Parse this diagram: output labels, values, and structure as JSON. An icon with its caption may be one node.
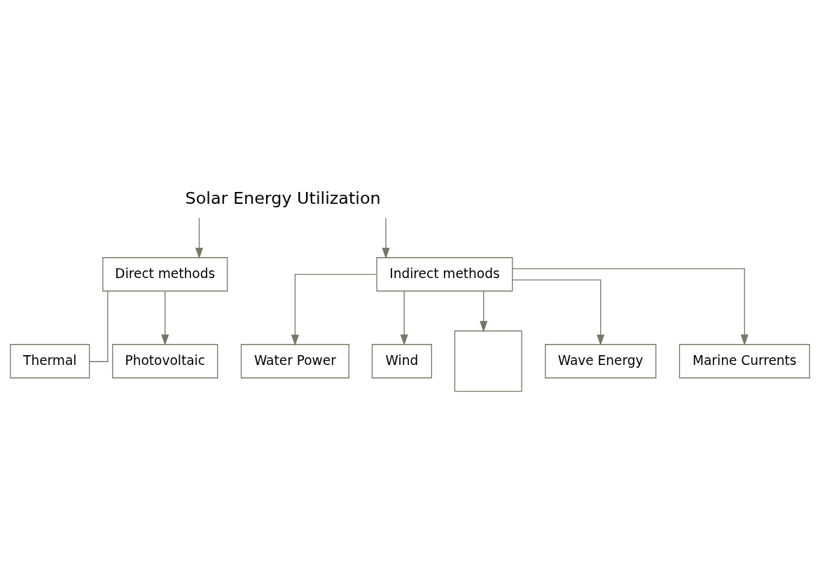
{
  "diagram": {
    "nodes": [
      {
        "text": [
          "Solar Energy Utilization"
        ]
      },
      {
        "text": [
          "Direct methods"
        ]
      },
      {
        "text": [
          "Indirect methods"
        ]
      },
      {
        "text": [
          "Thermal"
        ]
      },
      {
        "text": [
          "Photovoltaic"
        ]
      },
      {
        "text": [
          "Water Power"
        ]
      },
      {
        "text": [
          "Wind"
        ]
      },
      {
        "text": [],
        "shape": "box"
      },
      {
        "text": [
          "Wave Energy"
        ]
      },
      {
        "text": [
          "Marine Currents"
        ]
      }
    ],
    "edges": [
      {
        "from": 0,
        "to": 1,
        "arrow": "to"
      },
      {
        "from": 0,
        "to": 2,
        "arrow": "to"
      },
      {
        "from": 1,
        "to": 3,
        "arrow": "none"
      },
      {
        "from": 1,
        "to": 4,
        "arrow": "to"
      },
      {
        "from": 2,
        "to": 5,
        "arrow": "to"
      },
      {
        "from": 2,
        "to": 6,
        "arrow": "to"
      },
      {
        "from": 2,
        "to": 7,
        "arrow": "to"
      },
      {
        "from": 2,
        "to": 8,
        "arrow": "to"
      },
      {
        "from": 2,
        "to": 9,
        "arrow": "to"
      }
    ]
  }
}
